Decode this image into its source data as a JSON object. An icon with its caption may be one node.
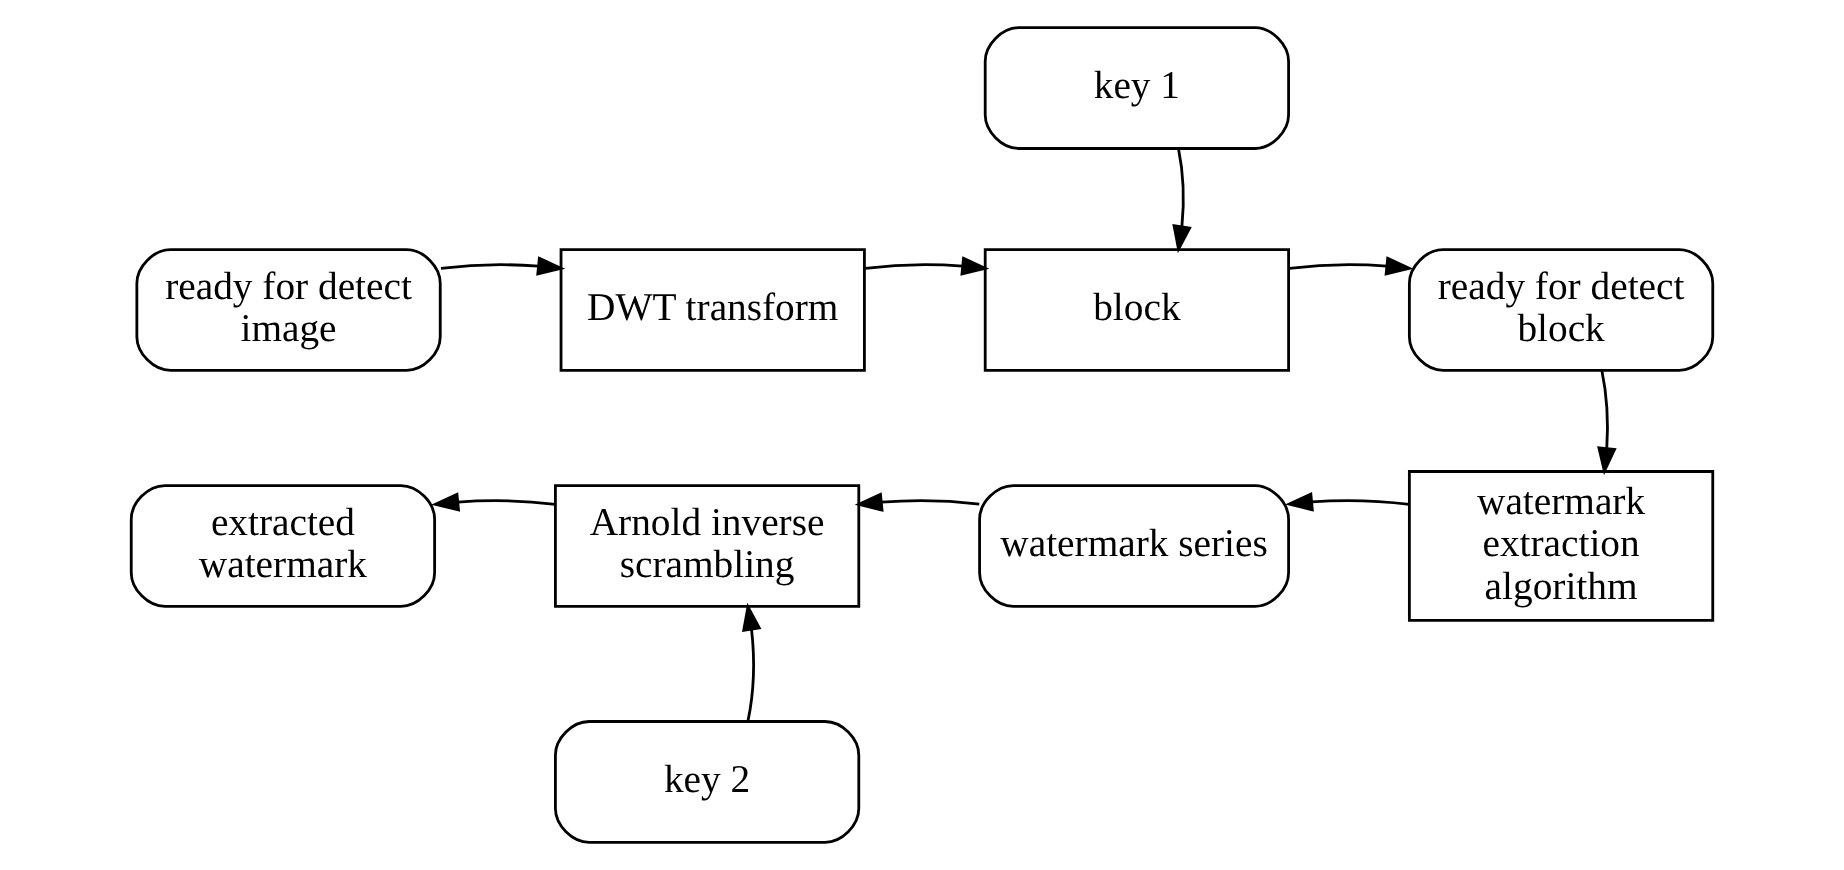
{
  "diagram": {
    "nodes": [
      {
        "text": [
          "key 1"
        ]
      },
      {
        "text": [
          "ready for detect image"
        ]
      },
      {
        "text": [
          "DWT transform"
        ]
      },
      {
        "text": [
          "block"
        ]
      },
      {
        "text": [
          "ready for detect block"
        ]
      },
      {
        "text": [
          "watermark extraction algorithm"
        ]
      },
      {
        "text": [
          "watermark series"
        ]
      },
      {
        "text": [
          "Arnold inverse scrambling"
        ]
      },
      {
        "text": [
          "extracted watermark"
        ]
      },
      {
        "text": [
          "key 2"
        ]
      }
    ],
    "edges": [
      {
        "from": 0,
        "to": 3,
        "arrow": "to"
      },
      {
        "from": 1,
        "to": 2,
        "arrow": "to"
      },
      {
        "from": 2,
        "to": 3,
        "arrow": "to"
      },
      {
        "from": 3,
        "to": 4,
        "arrow": "to"
      },
      {
        "from": 4,
        "to": 5,
        "arrow": "to"
      },
      {
        "from": 5,
        "to": 6,
        "arrow": "to"
      },
      {
        "from": 6,
        "to": 7,
        "arrow": "to"
      },
      {
        "from": 7,
        "to": 8,
        "arrow": "to"
      },
      {
        "from": 9,
        "to": 7,
        "arrow": "to"
      }
    ]
  }
}
